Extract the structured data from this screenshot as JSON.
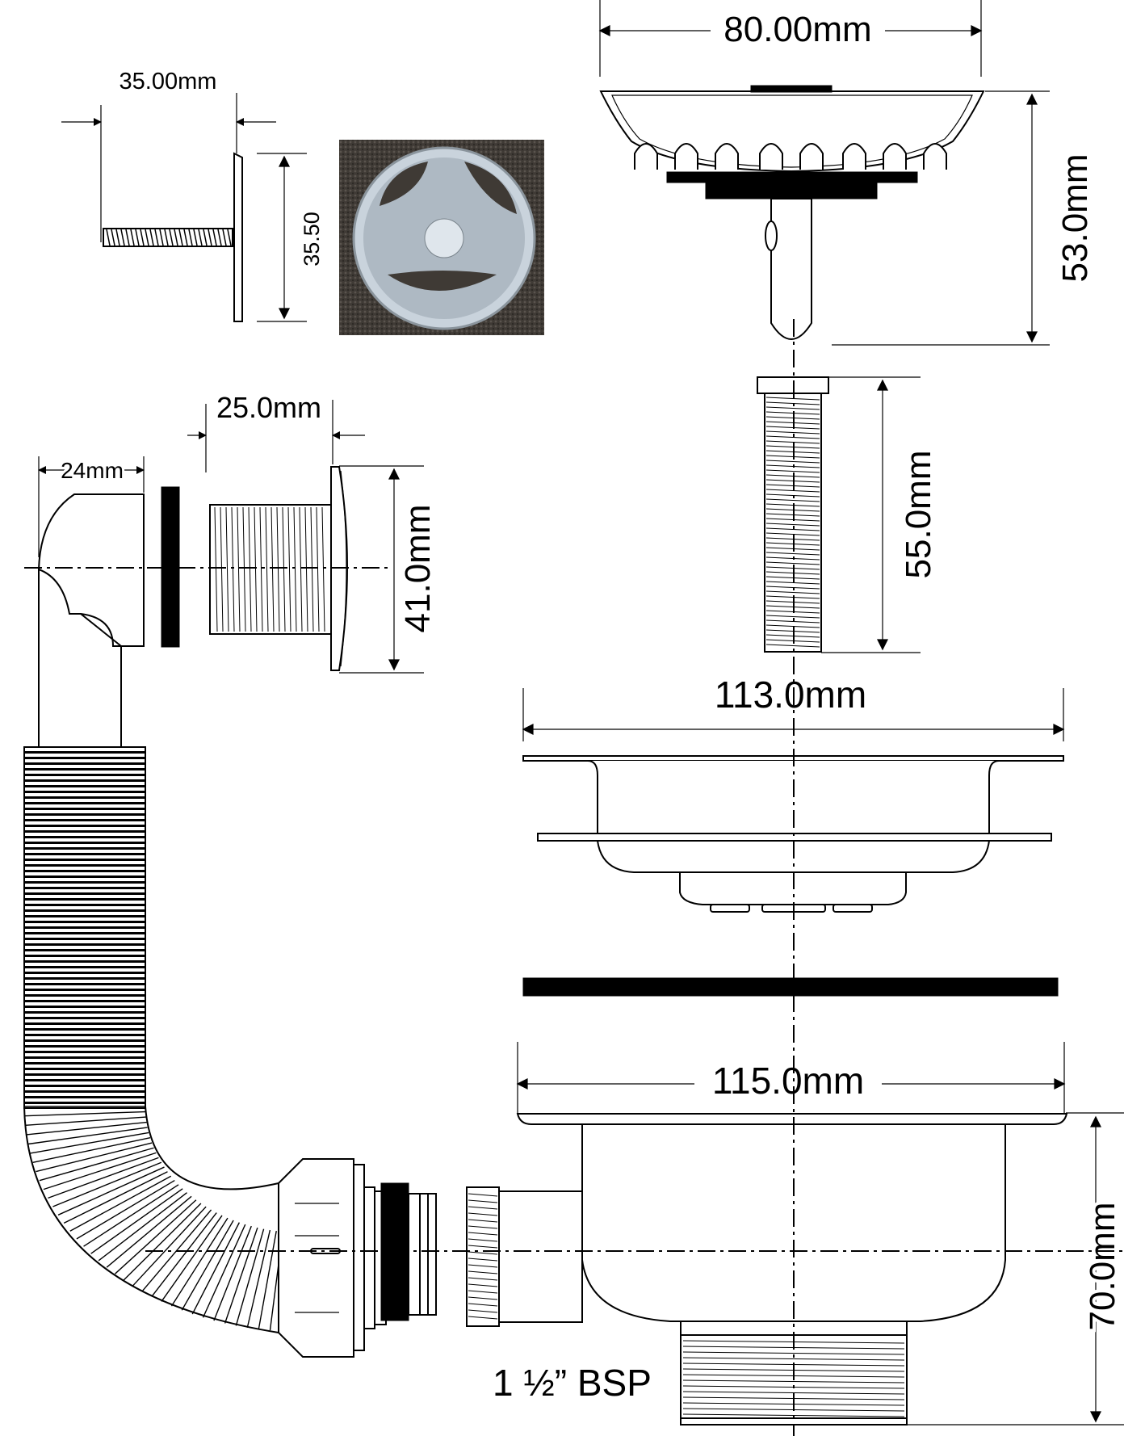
{
  "dimensions": {
    "bolt_length": "35.00mm",
    "bolt_head": "35.50",
    "basket_width": "80.00mm",
    "basket_height": "53.0mm",
    "connector_length": "25.0mm",
    "elbow_width": "24mm",
    "overflow_diameter": "41.0mm",
    "screw_length": "55.0mm",
    "flange_top": "113.0mm",
    "flange_bottom": "115.0mm",
    "body_height": "70.0mm",
    "thread": "1 ½” BSP"
  },
  "photo": {
    "name": "overflow-grate-photo",
    "colors": {
      "bg": "#3f3a35",
      "metal": "#c9d3dc"
    }
  }
}
